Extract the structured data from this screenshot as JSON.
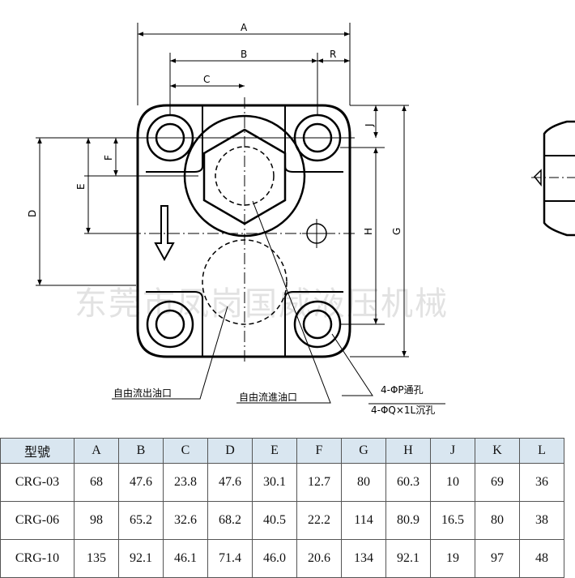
{
  "drawing": {
    "dimension_labels": {
      "A": "A",
      "B": "B",
      "C": "C",
      "R": "R",
      "J": "J",
      "F": "F",
      "E": "E",
      "D": "D",
      "H": "H",
      "G": "G"
    },
    "callouts": {
      "outlet": "自由流出油口",
      "inlet": "自由流進油口",
      "through_hole": "4-ΦP通孔",
      "counterbore": "4-ΦQ×1L沉孔"
    },
    "watermark": "东莞市凤岗国威液压机械"
  },
  "table": {
    "headers": [
      "型號",
      "A",
      "B",
      "C",
      "D",
      "E",
      "F",
      "G",
      "H",
      "J",
      "K",
      "L"
    ],
    "rows": [
      [
        "CRG-03",
        "68",
        "47.6",
        "23.8",
        "47.6",
        "30.1",
        "12.7",
        "80",
        "60.3",
        "10",
        "69",
        "36"
      ],
      [
        "CRG-06",
        "98",
        "65.2",
        "32.6",
        "68.2",
        "40.5",
        "22.2",
        "114",
        "80.9",
        "16.5",
        "80",
        "38"
      ],
      [
        "CRG-10",
        "135",
        "92.1",
        "46.1",
        "71.4",
        "46.0",
        "20.6",
        "134",
        "92.1",
        "19",
        "97",
        "48"
      ]
    ]
  }
}
